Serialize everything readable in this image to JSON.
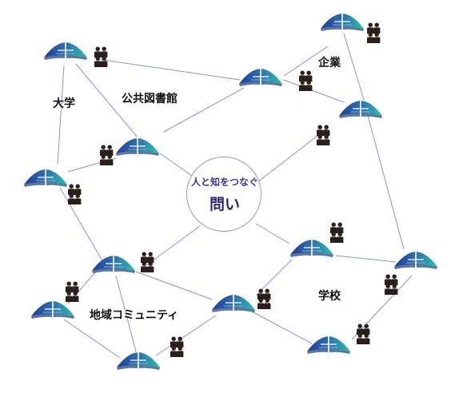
{
  "hub": {
    "subtitle": "人と知をつなぐ",
    "title": "問い"
  },
  "labels": {
    "university": "大学",
    "library": "公共図書館",
    "company": "企業",
    "community": "地域コミュニティ",
    "school": "学校"
  },
  "colors": {
    "line": "#8f8fe0",
    "umbrella_dark": "#1f3f9a",
    "umbrella_light": "#24b3a8",
    "umbrella_mid": "#2f7fb0",
    "people": "#2a1f1a",
    "hub_border": "#9a9ab8"
  },
  "icons": {
    "node": "umbrella-icon",
    "group": "people-pair-icon"
  }
}
